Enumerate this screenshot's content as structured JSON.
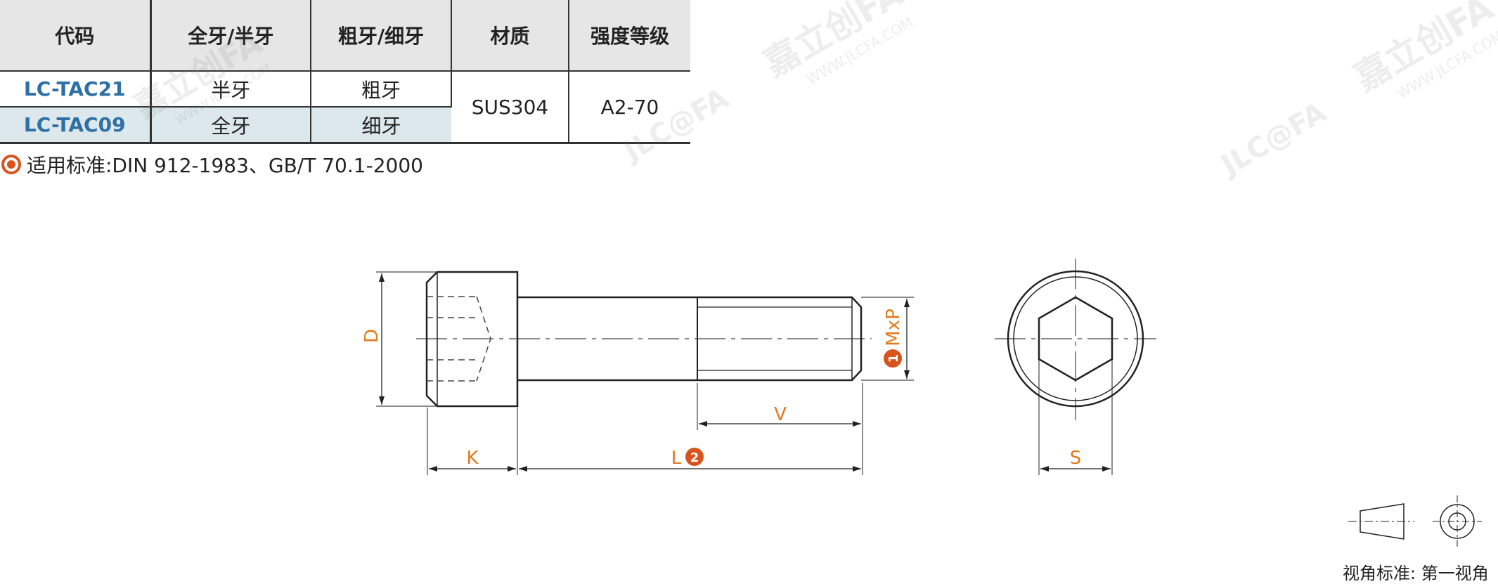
{
  "table": {
    "headers": [
      "代码",
      "全牙/半牙",
      "粗牙/细牙",
      "材质",
      "强度等级"
    ],
    "rows": [
      {
        "code": "LC-TAC21",
        "thread_length": "半牙",
        "pitch": "粗牙"
      },
      {
        "code": "LC-TAC09",
        "thread_length": "全牙",
        "pitch": "细牙"
      }
    ],
    "material": "SUS304",
    "grade": "A2-70"
  },
  "standard": {
    "bullet_icon": "target-icon",
    "text": "适用标准:DIN 912-1983、GB/T  70.1-2000"
  },
  "drawing": {
    "dims": {
      "d": "D",
      "mxp": "MxP",
      "v": "V",
      "k": "K",
      "l": "L",
      "s": "S"
    },
    "badges": {
      "one": "1",
      "two": "2"
    }
  },
  "watermark": {
    "brand": "嘉立创FA",
    "url": "WWW.JLCFA.COM",
    "logo": "JLC@FA"
  },
  "view_standard": "视角标准: 第一视角",
  "colors": {
    "accent": "#e07a1f",
    "badge": "#d8541f",
    "code": "#2e6fa4",
    "header_bg": "#e6e6e6",
    "alt_row": "#dce8ec"
  }
}
